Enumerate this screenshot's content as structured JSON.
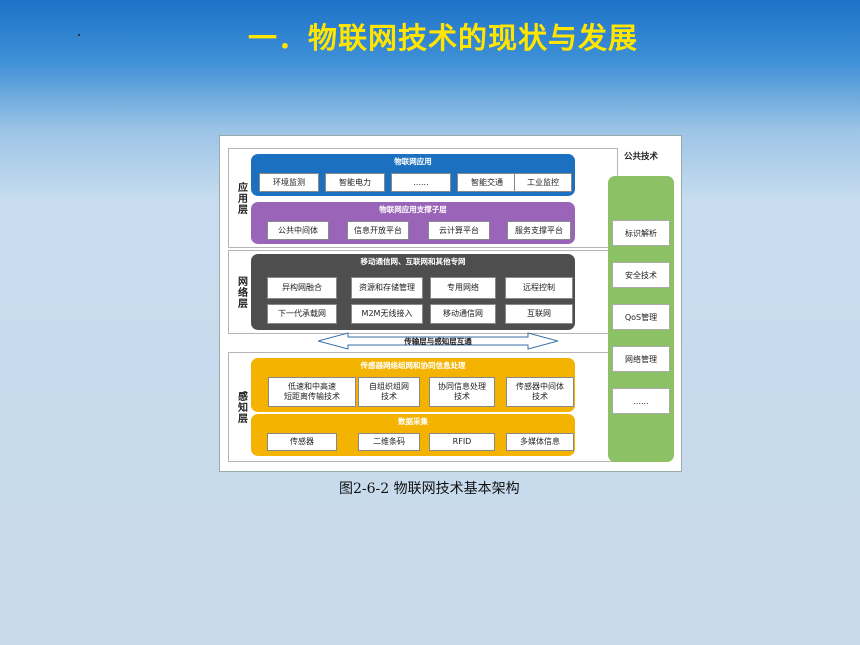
{
  "slide": {
    "title": "一．物联网技术的现状与发展",
    "caption": "图2-6-2 物联网技术基本架构"
  },
  "diagram": {
    "layers": [
      {
        "label": "应用层"
      },
      {
        "label": "网络层"
      },
      {
        "label": "感知层"
      }
    ],
    "app_band": {
      "title": "物联网应用",
      "items": [
        "环境监测",
        "智能电力",
        "......",
        "智能交通",
        "工业监控"
      ]
    },
    "support_band": {
      "title": "物联网应用支撑子层",
      "items": [
        "公共中间体",
        "信息开放平台",
        "云计算平台",
        "服务支撑平台"
      ]
    },
    "network_band": {
      "title": "移动通信网、互联网和其他专网",
      "row1": [
        "异构网融合",
        "资源和存储管理",
        "专用网络",
        "远程控制"
      ],
      "row2": [
        "下一代承载网",
        "M2M无线接入",
        "移动通信网",
        "互联网"
      ]
    },
    "interconnect": {
      "label": "传输层与感知层互通"
    },
    "sensor_net_band": {
      "title": "传感器网络组网和协同信息处理",
      "items": [
        "低速和中高速\n短距离传输技术",
        "自组织组网\n技术",
        "协同信息处理\n技术",
        "传感器中间体\n技术"
      ]
    },
    "data_band": {
      "title": "数据采集",
      "items": [
        "传感器",
        "二维条码",
        "RFID",
        "多媒体信息"
      ]
    },
    "common": {
      "title": "公共技术",
      "items": [
        "标识解析",
        "安全技术",
        "QoS管理",
        "网络管理",
        "......"
      ]
    }
  },
  "colors": {
    "title_yellow": "#ffe500",
    "app_blue": "#1b71bf",
    "support_purple": "#9a65b8",
    "network_gray": "#4e4e4e",
    "sensor_yellow": "#f4b300",
    "common_green": "#8cc265"
  }
}
